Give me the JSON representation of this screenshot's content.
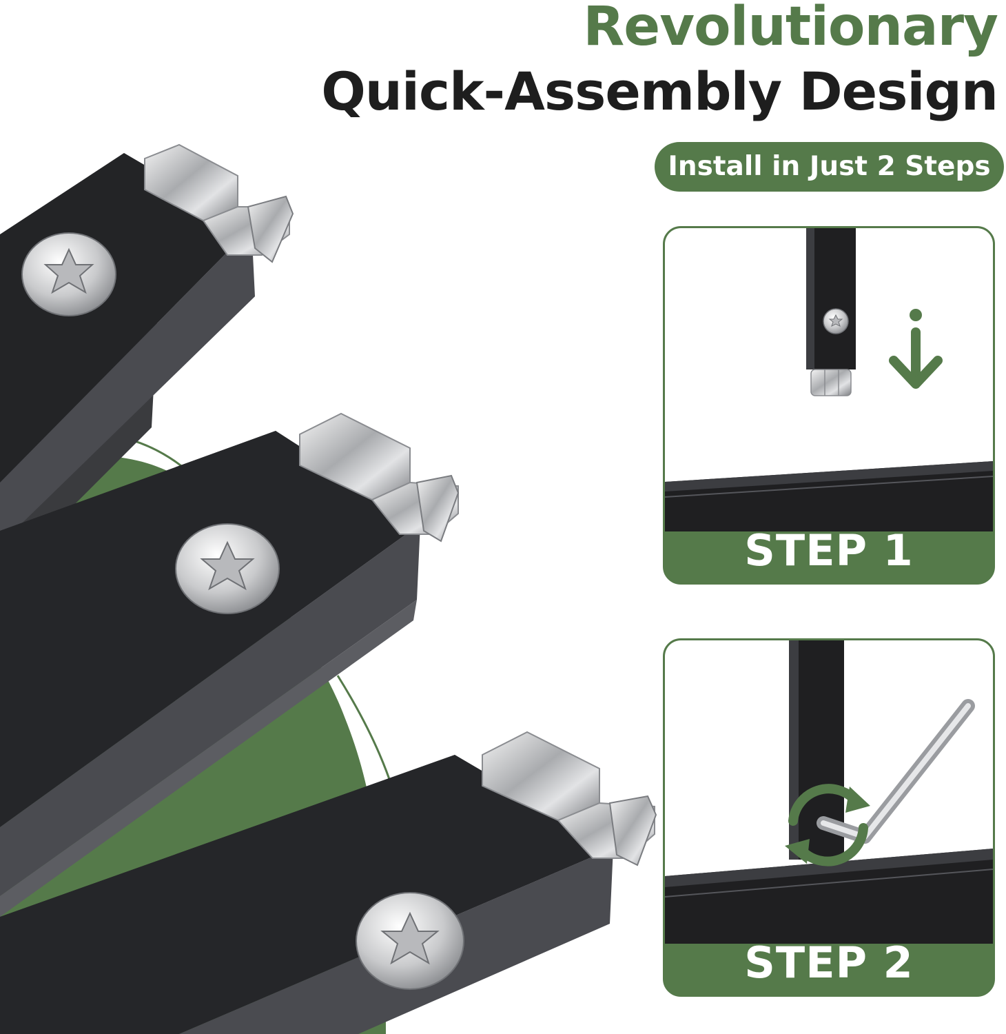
{
  "heading": {
    "line1": "Revolutionary",
    "line2": "Quick-Assembly Design"
  },
  "badge": {
    "label": "Install in Just 2 Steps"
  },
  "steps": [
    {
      "label": "STEP 1",
      "icon": "down-arrow-icon"
    },
    {
      "label": "STEP 2",
      "icon": "rotate-arrows-icon"
    }
  ],
  "colors": {
    "accent_green": "#557a4a",
    "bar_black": "#1f1f21",
    "text_dark": "#1e1e1e",
    "white": "#ffffff"
  }
}
